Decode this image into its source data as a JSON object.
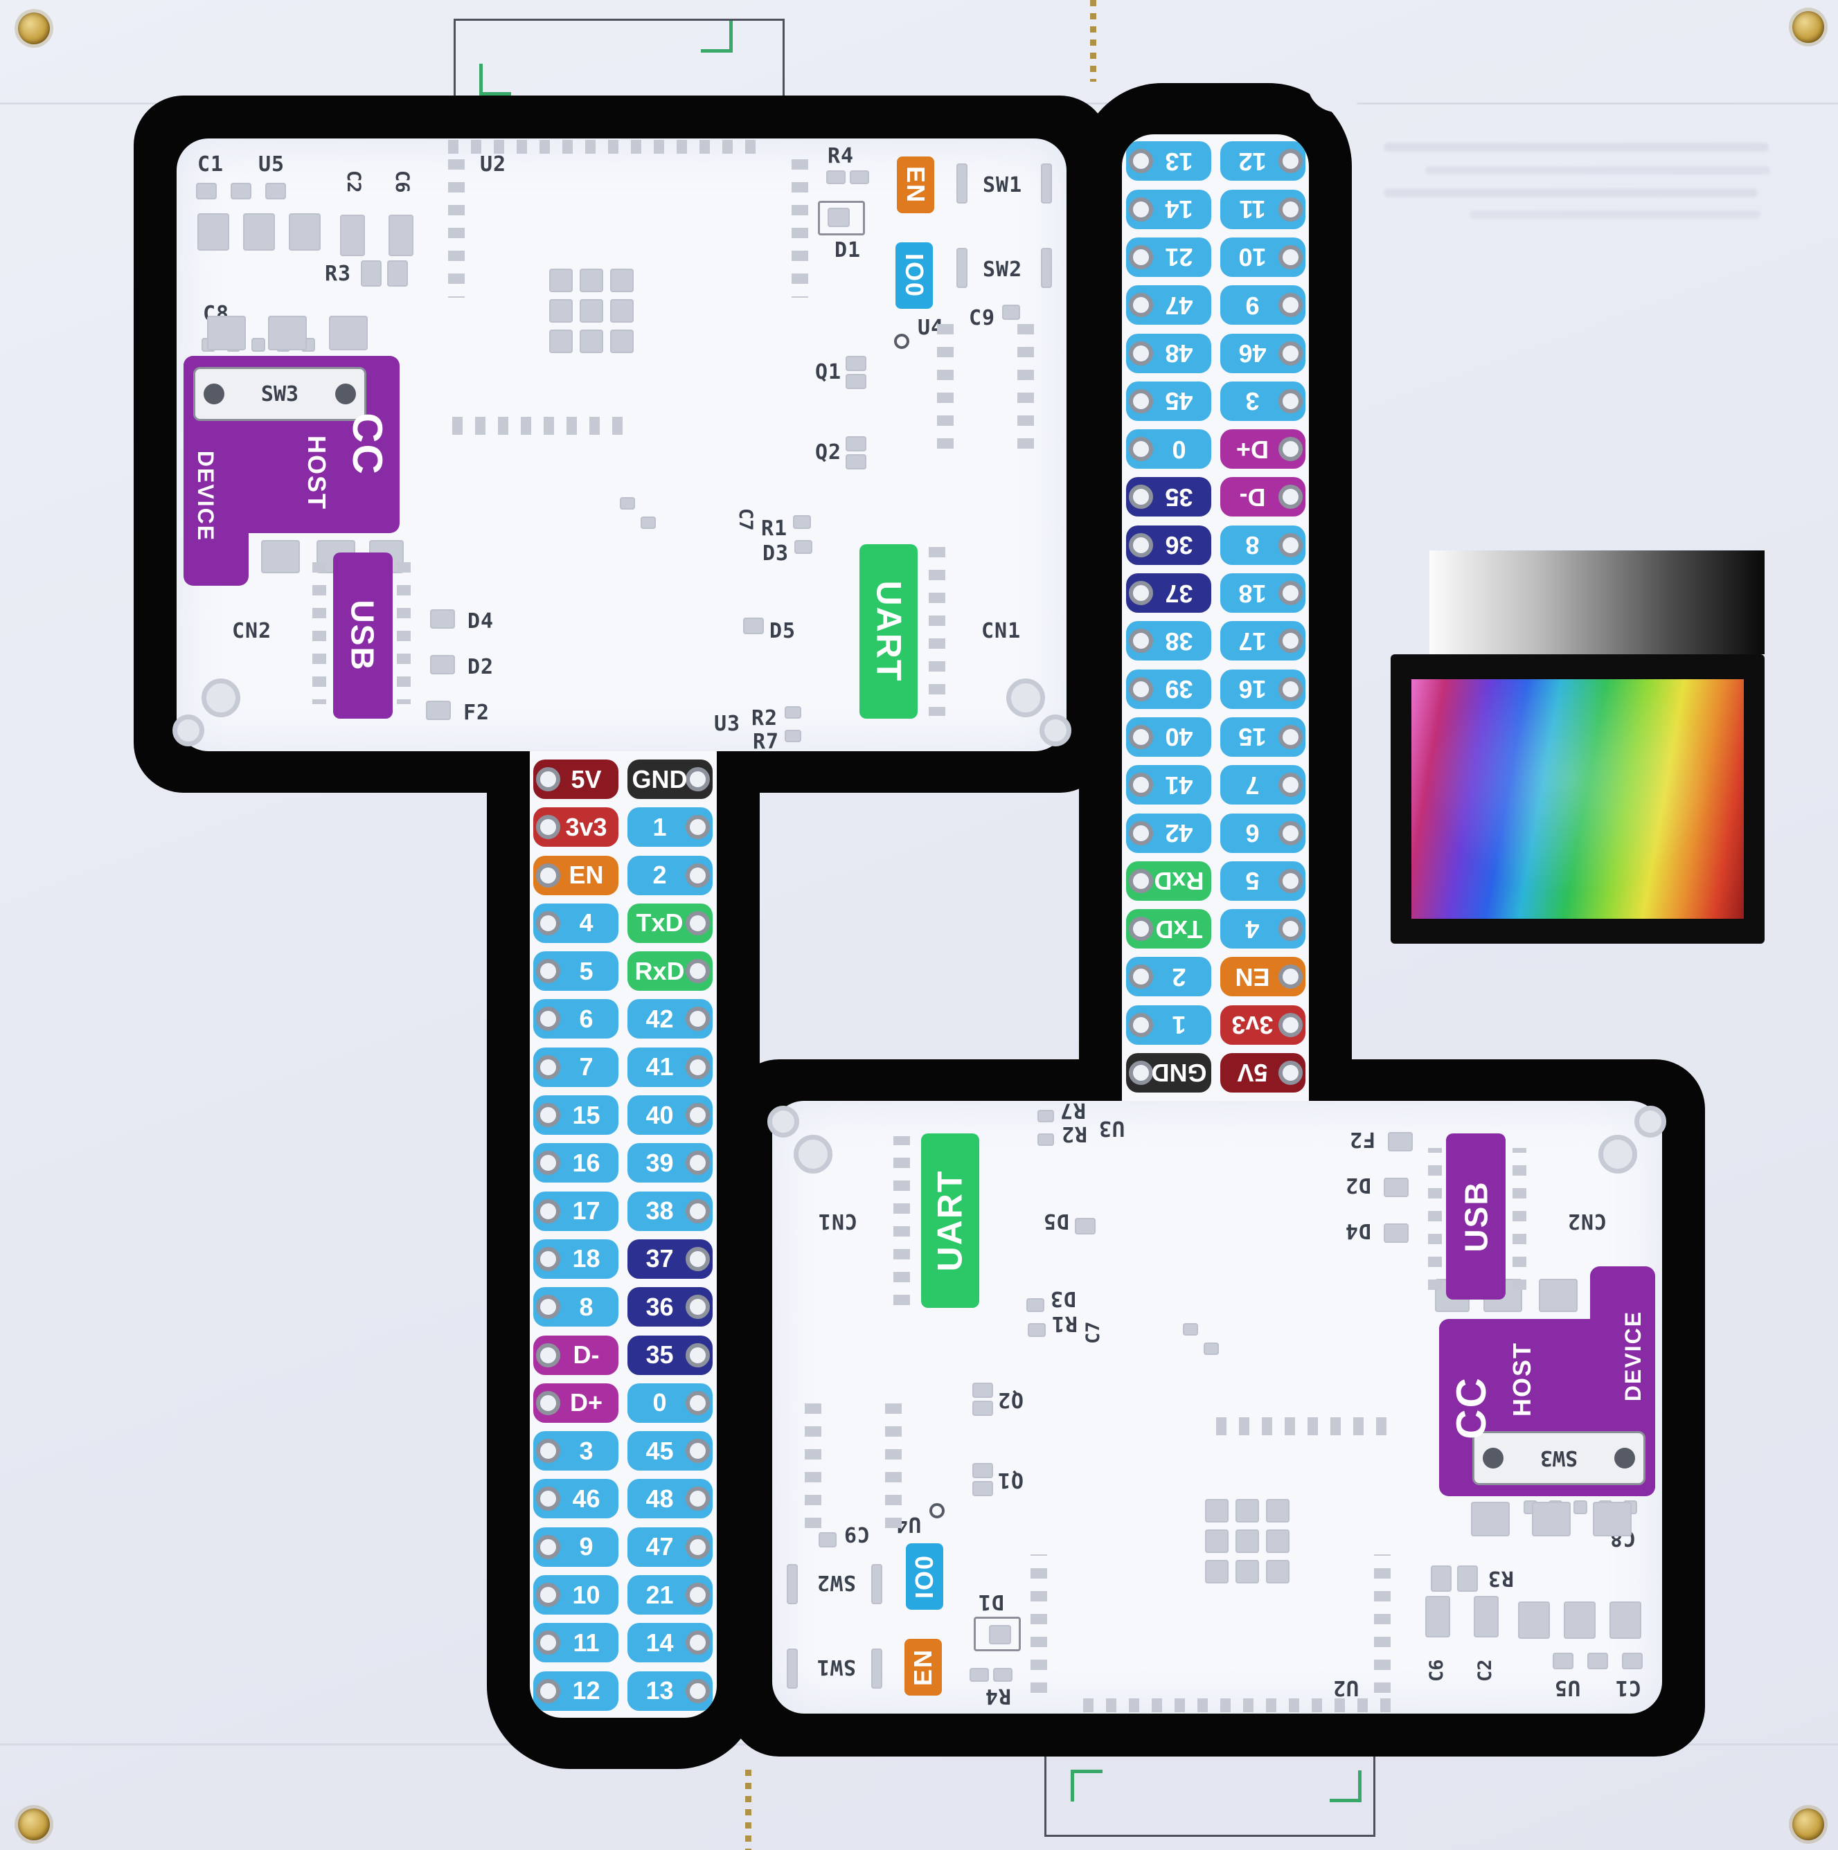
{
  "colors": {
    "blue": "#41b1e6",
    "navy": "#2c3090",
    "purple": "#aa2fa0",
    "red": "#c03030",
    "darkred": "#8c1822",
    "black": "#2b2b2b",
    "orange": "#e07a1e",
    "green": "#35c468",
    "badge_purple": "#8a2ba6",
    "badge_blue": "#28a8e0",
    "badge_green": "#2cc868",
    "badge_orange": "#e07a1e",
    "silkscreen": "#3a404c",
    "board_white": "#f6f8fc",
    "panel_bg": "#e8ebf3",
    "routing_black": "#060606",
    "fiducial_green": "#38a869"
  },
  "pins": {
    "rows": [
      {
        "l": "5V",
        "lc": "darkred",
        "r": "GND",
        "rc": "black"
      },
      {
        "l": "3v3",
        "lc": "red",
        "r": "1",
        "rc": "blue"
      },
      {
        "l": "EN",
        "lc": "orange",
        "r": "2",
        "rc": "blue"
      },
      {
        "l": "4",
        "lc": "blue",
        "r": "TxD",
        "rc": "green"
      },
      {
        "l": "5",
        "lc": "blue",
        "r": "RxD",
        "rc": "green"
      },
      {
        "l": "6",
        "lc": "blue",
        "r": "42",
        "rc": "blue"
      },
      {
        "l": "7",
        "lc": "blue",
        "r": "41",
        "rc": "blue"
      },
      {
        "l": "15",
        "lc": "blue",
        "r": "40",
        "rc": "blue"
      },
      {
        "l": "16",
        "lc": "blue",
        "r": "39",
        "rc": "blue"
      },
      {
        "l": "17",
        "lc": "blue",
        "r": "38",
        "rc": "blue"
      },
      {
        "l": "18",
        "lc": "blue",
        "r": "37",
        "rc": "navy"
      },
      {
        "l": "8",
        "lc": "blue",
        "r": "36",
        "rc": "navy"
      },
      {
        "l": "D-",
        "lc": "purple",
        "r": "35",
        "rc": "navy"
      },
      {
        "l": "D+",
        "lc": "purple",
        "r": "0",
        "rc": "blue"
      },
      {
        "l": "3",
        "lc": "blue",
        "r": "45",
        "rc": "blue"
      },
      {
        "l": "46",
        "lc": "blue",
        "r": "48",
        "rc": "blue"
      },
      {
        "l": "9",
        "lc": "blue",
        "r": "47",
        "rc": "blue"
      },
      {
        "l": "10",
        "lc": "blue",
        "r": "21",
        "rc": "blue"
      },
      {
        "l": "11",
        "lc": "blue",
        "r": "14",
        "rc": "blue"
      },
      {
        "l": "12",
        "lc": "blue",
        "r": "13",
        "rc": "blue"
      }
    ]
  },
  "board": {
    "refs": {
      "C1": "C1",
      "U5": "U5",
      "C2": "C2",
      "C6": "C6",
      "R3": "R3",
      "C8": "C8",
      "SW3": "SW3",
      "CN2": "CN2",
      "D4": "D4",
      "D2": "D2",
      "F2": "F2",
      "U2": "U2",
      "R4": "R4",
      "SW1": "SW1",
      "D1": "D1",
      "SW2": "SW2",
      "U4": "U4",
      "C9": "C9",
      "Q1": "Q1",
      "Q2": "Q2",
      "R1": "R1",
      "C7": "C7",
      "D3": "D3",
      "D5": "D5",
      "CN1": "CN1",
      "U3": "U3",
      "R2": "R2",
      "R7": "R7"
    },
    "badges": {
      "en": "EN",
      "io0": "IO0",
      "uart": "UART",
      "usb": "USB",
      "cc": "CC",
      "host": "HOST",
      "device": "DEVICE"
    }
  }
}
